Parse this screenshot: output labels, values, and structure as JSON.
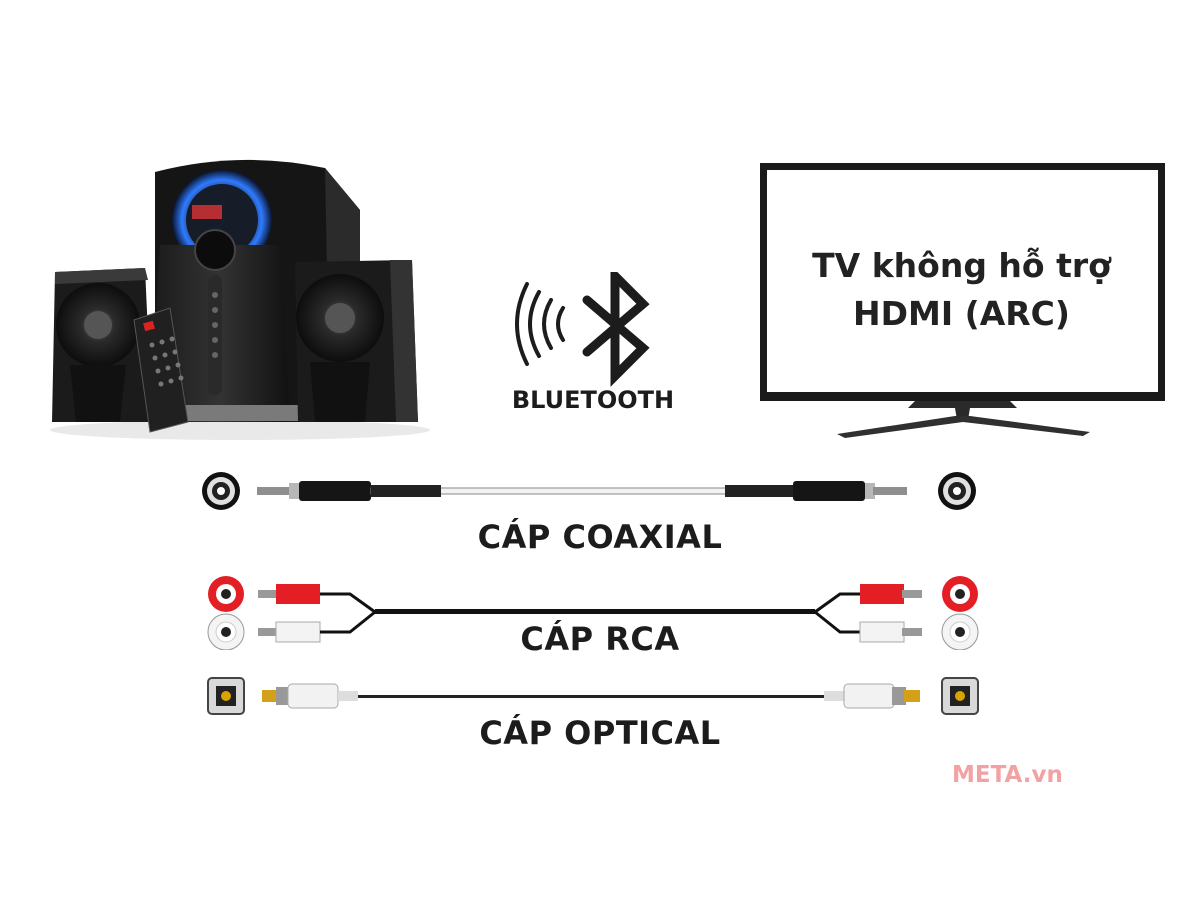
{
  "tv": {
    "text_line1": "TV không hỗ trợ",
    "text_line2": "HDMI (ARC)"
  },
  "bluetooth": {
    "label": "BLUETOOTH"
  },
  "cables": {
    "coaxial": "CÁP COAXIAL",
    "rca": "CÁP RCA",
    "optical": "CÁP OPTICAL"
  },
  "watermark": "META.vn",
  "colors": {
    "rca_red": "#e31e24",
    "text": "#1c1c1c",
    "watermark": "#f2a2a2"
  }
}
